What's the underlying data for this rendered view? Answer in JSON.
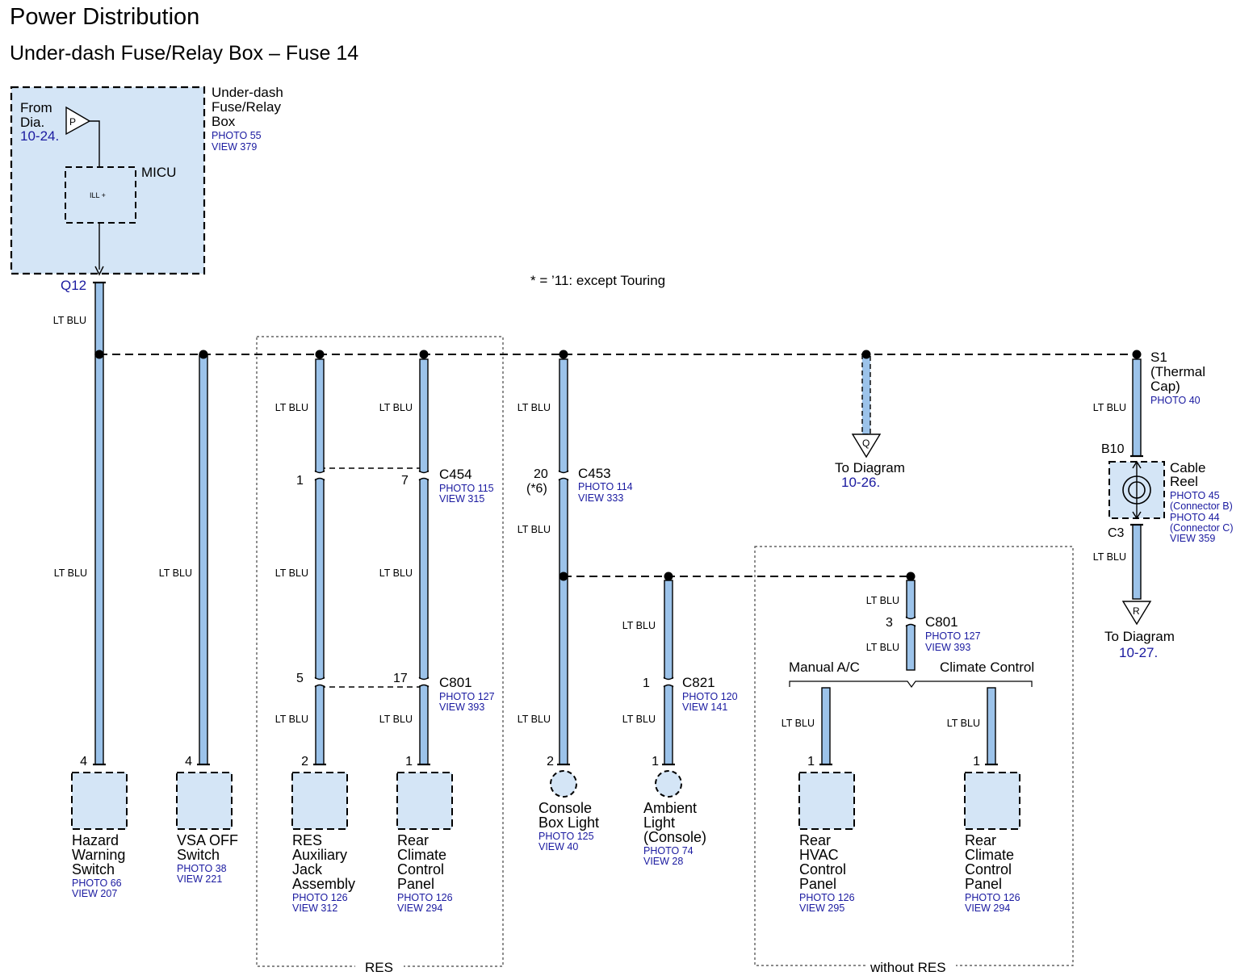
{
  "header": {
    "title": "Power Distribution",
    "subtitle": "Under-dash Fuse/Relay Box – Fuse 14"
  },
  "note": "* = ’11: except Touring",
  "wire_color": "LT BLU",
  "colors": {
    "component_fill": "#d4e5f6",
    "wire_fill": "#9cc3ea",
    "ref_text": "#1a1aa0"
  },
  "fuse_box": {
    "from_line1": "From",
    "from_line2": "Dia.",
    "from_ref": "10-24.",
    "from_symbol": "P",
    "name_line1": "Under-dash",
    "name_line2": "Fuse/Relay",
    "name_line3": "Box",
    "photo": "PHOTO 55",
    "view": "VIEW 379",
    "micu_label": "MICU",
    "micu_terminal": "ILL +",
    "output_terminal": "Q12"
  },
  "splice": {
    "line1": "S1",
    "line2": "(Thermal",
    "line3": "Cap)",
    "photo": "PHOTO 40"
  },
  "to_diagram_q": {
    "symbol": "Q",
    "label": "To Diagram",
    "ref": "10-26."
  },
  "to_diagram_r": {
    "symbol": "R",
    "label": "To Diagram",
    "ref": "10-27."
  },
  "cable_reel": {
    "name_line1": "Cable",
    "name_line2": "Reel",
    "photo1": "PHOTO 45",
    "photo1_note": "(Connector B)",
    "photo2": "PHOTO 44",
    "photo2_note": "(Connector C)",
    "view": "VIEW 359",
    "pin_in": "B10",
    "pin_out": "C3"
  },
  "connectors": {
    "c454": {
      "name": "C454",
      "photo": "PHOTO 115",
      "view": "VIEW 315",
      "pin_a": "1",
      "pin_b": "7"
    },
    "c801_res": {
      "name": "C801",
      "photo": "PHOTO 127",
      "view": "VIEW 393",
      "pin_a": "5",
      "pin_b": "17"
    },
    "c453": {
      "name": "C453",
      "photo": "PHOTO 114",
      "view": "VIEW 333",
      "pin": "20",
      "pin_note": "(*6)"
    },
    "c821": {
      "name": "C821",
      "photo": "PHOTO 120",
      "view": "VIEW 141",
      "pin": "1"
    },
    "c801_nores": {
      "name": "C801",
      "photo": "PHOTO 127",
      "view": "VIEW 393",
      "pin": "3"
    }
  },
  "branch": {
    "left": "Manual A/C",
    "right": "Climate Control"
  },
  "groups": {
    "res": "RES",
    "without_res": "without RES"
  },
  "components": {
    "hazard": {
      "pin": "4",
      "lines": [
        "Hazard",
        "Warning",
        "Switch"
      ],
      "photo": "PHOTO 66",
      "view": "VIEW 207"
    },
    "vsa": {
      "pin": "4",
      "lines": [
        "VSA OFF",
        "Switch"
      ],
      "photo": "PHOTO 38",
      "view": "VIEW 221"
    },
    "res_jack": {
      "pin": "2",
      "lines": [
        "RES",
        "Auxiliary",
        "Jack",
        "Assembly"
      ],
      "photo": "PHOTO 126",
      "view": "VIEW 312"
    },
    "rear_climate_res": {
      "pin": "1",
      "lines": [
        "Rear",
        "Climate",
        "Control",
        "Panel"
      ],
      "photo": "PHOTO 126",
      "view": "VIEW 294"
    },
    "console_light": {
      "pin": "2",
      "lines": [
        "Console",
        "Box Light"
      ],
      "photo": "PHOTO 125",
      "view": "VIEW 40"
    },
    "ambient_light": {
      "pin": "1",
      "lines": [
        "Ambient",
        "Light",
        "(Console)"
      ],
      "photo": "PHOTO 74",
      "view": "VIEW 28"
    },
    "rear_hvac": {
      "pin": "1",
      "lines": [
        "Rear",
        "HVAC",
        "Control",
        "Panel"
      ],
      "photo": "PHOTO 126",
      "view": "VIEW 295"
    },
    "rear_climate_nores": {
      "pin": "1",
      "lines": [
        "Rear",
        "Climate",
        "Control",
        "Panel"
      ],
      "photo": "PHOTO 126",
      "view": "VIEW 294"
    }
  }
}
